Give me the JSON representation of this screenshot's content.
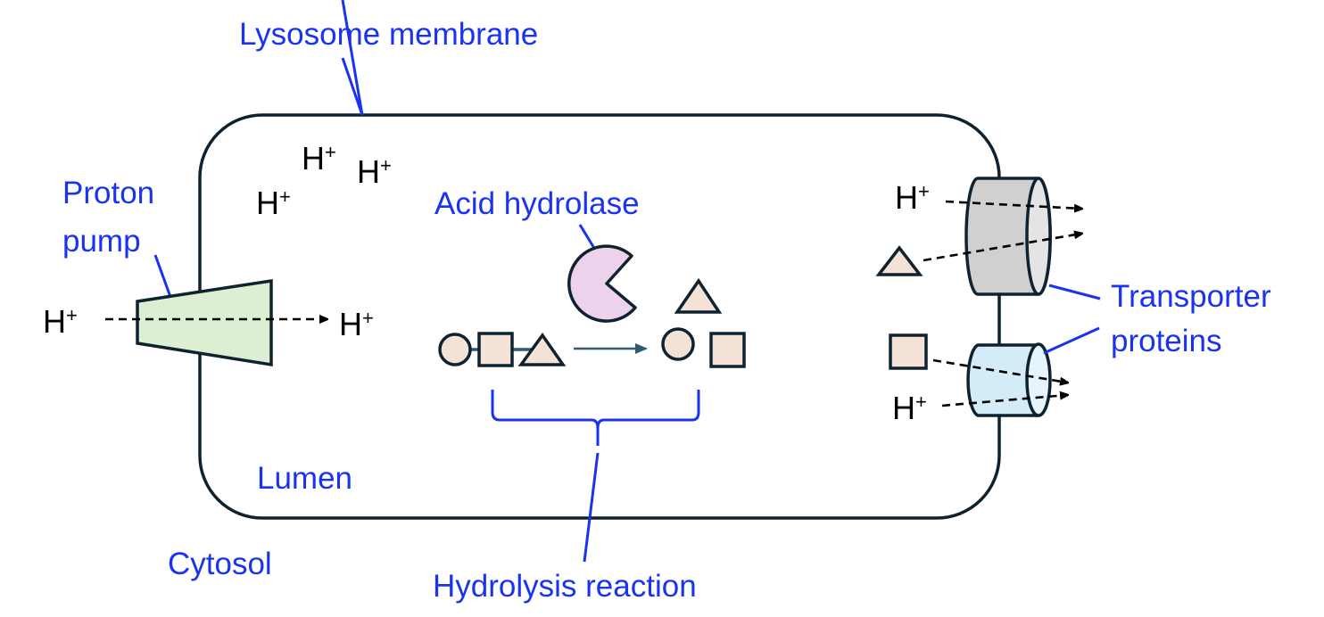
{
  "labels": {
    "lysosome_membrane": "Lysosome membrane",
    "proton_pump_line1": "Proton",
    "proton_pump_line2": "pump",
    "acid_hydrolase": "Acid hydrolase",
    "transporter_line1": "Transporter",
    "transporter_line2": "proteins",
    "lumen": "Lumen",
    "cytosol": "Cytosol",
    "hydrolysis_reaction": "Hydrolysis reaction"
  },
  "ion": {
    "base": "H",
    "charge": "+"
  },
  "colors": {
    "label_blue": "#1a33f0",
    "outline": "#0f2230",
    "proton_pump_fill": "#dcefd3",
    "hydrolase_fill": "#ecd2ea",
    "molecule_fill": "#f5e2d7",
    "transporter_upper_fill": "#d0d0d0",
    "transporter_lower_fill": "#d3ecf8",
    "reaction_arrow": "#2f5a70"
  }
}
